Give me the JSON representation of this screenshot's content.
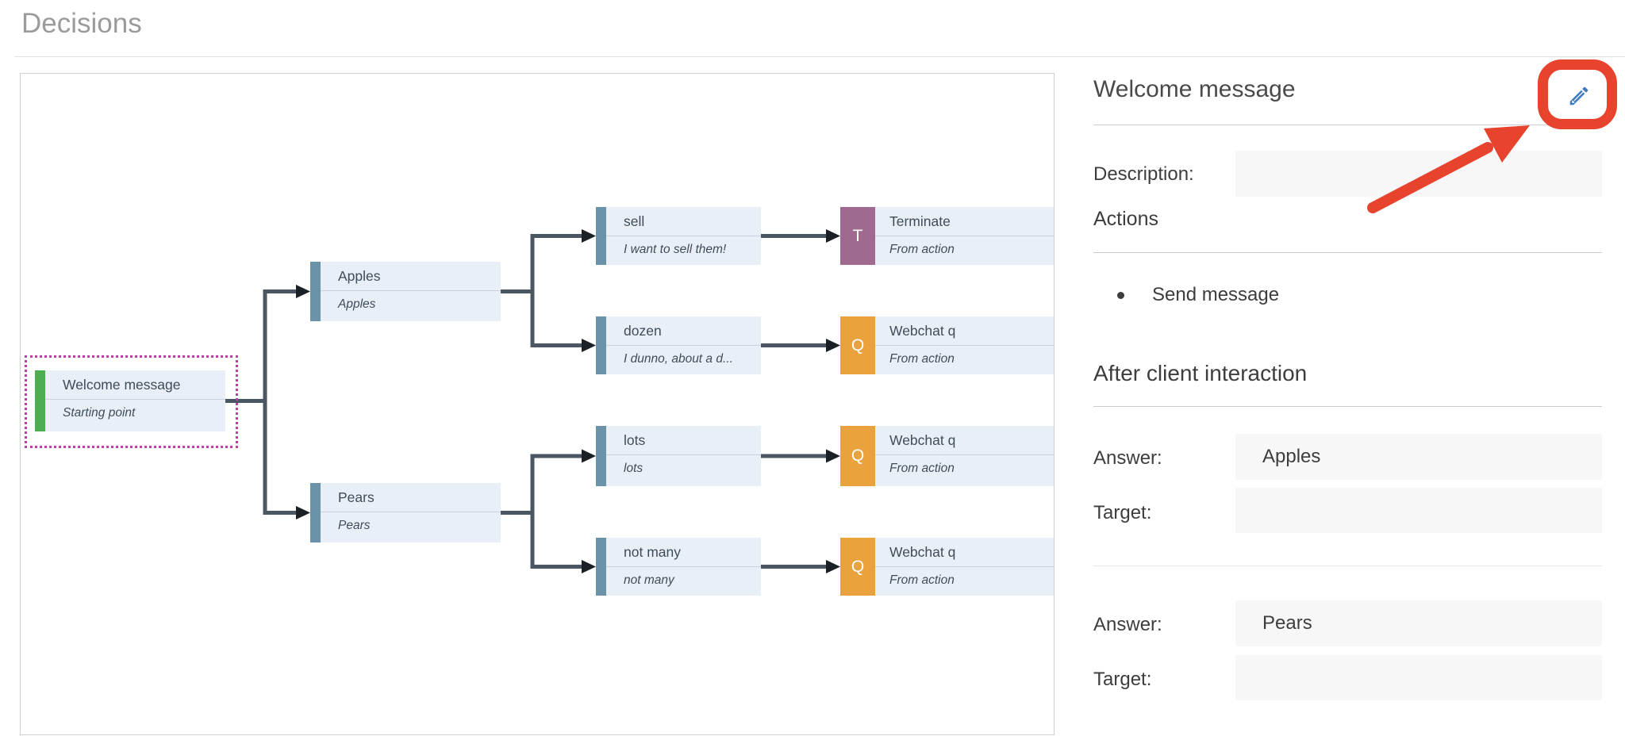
{
  "page": {
    "title": "Decisions"
  },
  "canvas": {
    "nodes": {
      "welcome": {
        "title": "Welcome message",
        "subtitle": "Starting point"
      },
      "apples": {
        "title": "Apples",
        "subtitle": "Apples"
      },
      "pears": {
        "title": "Pears",
        "subtitle": "Pears"
      },
      "sell": {
        "title": "sell",
        "subtitle": "I want to sell them!"
      },
      "dozen": {
        "title": "dozen",
        "subtitle": "I dunno, about a d..."
      },
      "lots": {
        "title": "lots",
        "subtitle": "lots"
      },
      "notmany": {
        "title": "not many",
        "subtitle": "not many"
      },
      "terminate": {
        "badge": "T",
        "title": "Terminate",
        "subtitle": "From action"
      },
      "webchat1": {
        "badge": "Q",
        "title": "Webchat q",
        "subtitle": "From action"
      },
      "webchat2": {
        "badge": "Q",
        "title": "Webchat q",
        "subtitle": "From action"
      },
      "webchat3": {
        "badge": "Q",
        "title": "Webchat q",
        "subtitle": "From action"
      }
    }
  },
  "panel": {
    "title": "Welcome message",
    "edit_icon": "pencil-icon",
    "description_label": "Description:",
    "description_value": "",
    "actions_heading": "Actions",
    "actions": [
      "Send message"
    ],
    "after_heading": "After client interaction",
    "answer_label": "Answer:",
    "target_label": "Target:",
    "branches": [
      {
        "answer": "Apples",
        "target": ""
      },
      {
        "answer": "Pears",
        "target": ""
      }
    ]
  },
  "colors": {
    "node_bg": "#e9eff7",
    "accent_green": "#4cae50",
    "accent_blue": "#6a93a9",
    "terminate_purple": "#a0698f",
    "question_orange": "#e9a23c",
    "connector": "#4b5663",
    "annotation_red": "#e8432c",
    "pencil_blue": "#3c78be"
  }
}
